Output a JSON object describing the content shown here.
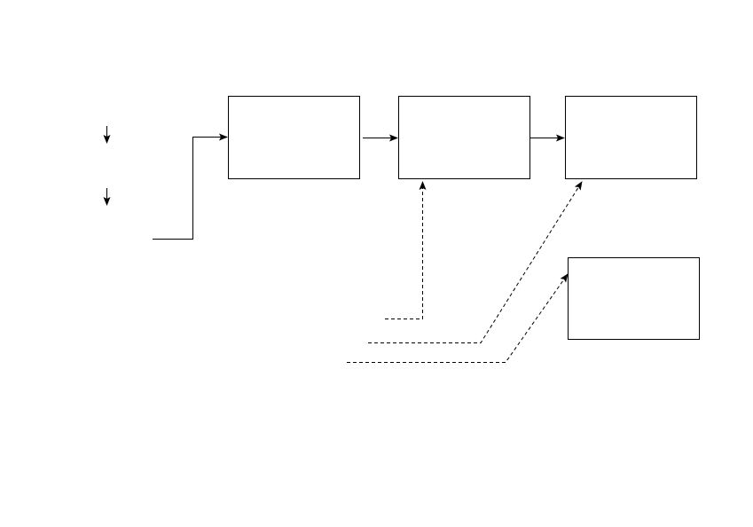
{
  "diagram": {
    "boxes": [
      {
        "id": "box-1",
        "label": ""
      },
      {
        "id": "box-2",
        "label": ""
      },
      {
        "id": "box-3",
        "label": ""
      },
      {
        "id": "box-4",
        "label": ""
      }
    ],
    "line_color": "#000000",
    "background_color": "#ffffff"
  }
}
